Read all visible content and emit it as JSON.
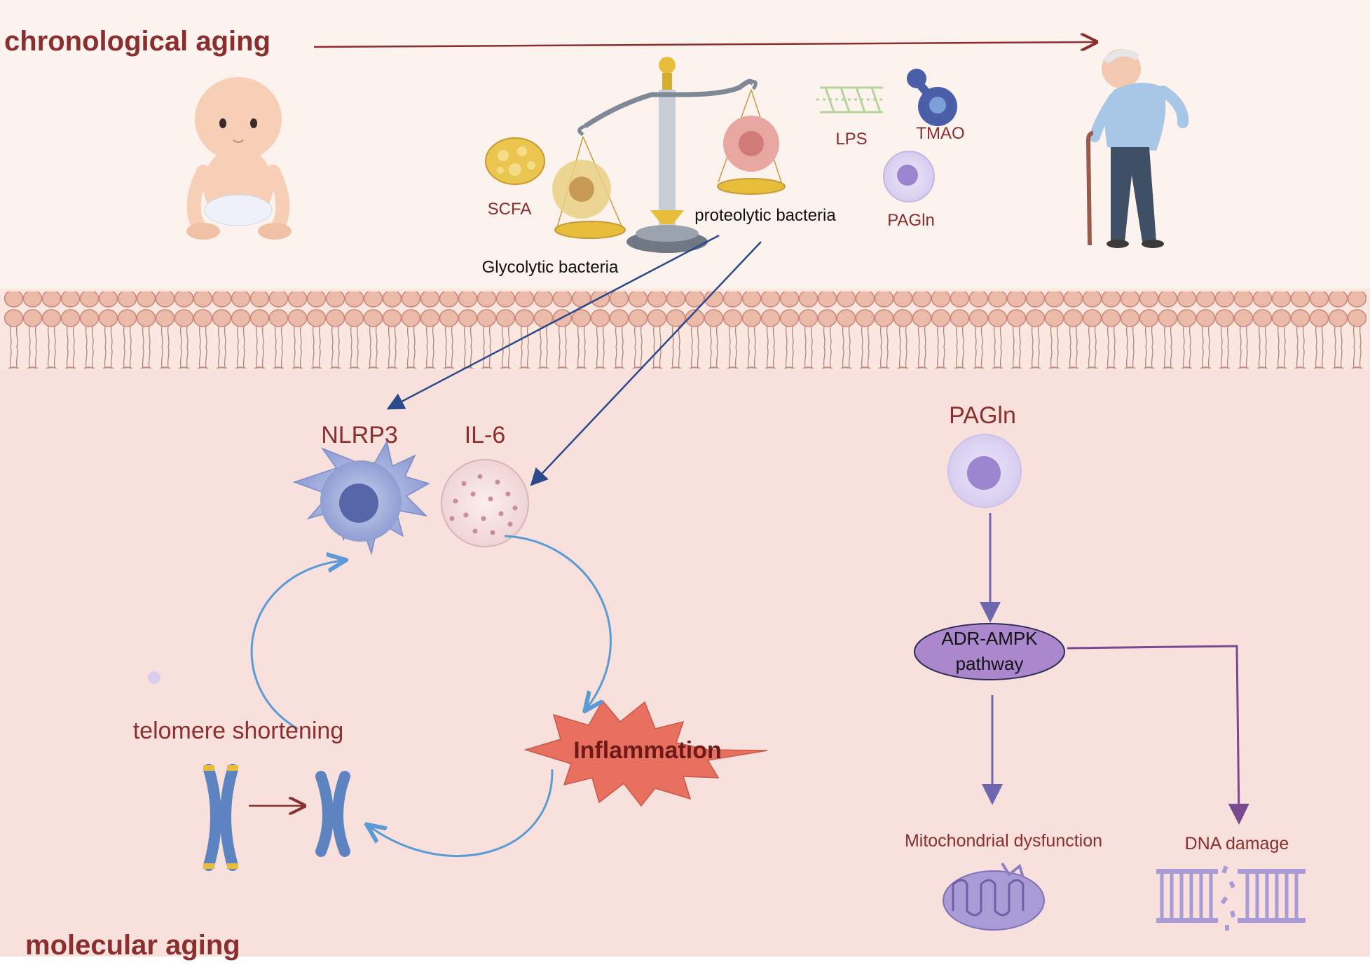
{
  "header": {
    "title": "chronological aging"
  },
  "footer": {
    "title": "molecular aging"
  },
  "microbes": {
    "scfa": "SCFA",
    "glycolytic": "Glycolytic bacteria",
    "proteolytic": "proteolytic bacteria",
    "lps": "LPS",
    "tmao": "TMAO",
    "pagln_top": "PAGln"
  },
  "cells": {
    "nlrp3": "NLRP3",
    "il6": "IL-6",
    "inflammation": "Inflammation",
    "telomere": "telomere shortening"
  },
  "pathway": {
    "pagln": "PAGln",
    "adr_line1": "ADR-AMPK",
    "adr_line2": "pathway",
    "mito": "Mitochondrial dysfunction",
    "dna": "DNA damage"
  },
  "colors": {
    "title": "#8b2e2e",
    "top_bg": "#fdf2ec",
    "bottom_bg": "#f8e0dc",
    "membrane": "#e8b6a6",
    "blue_arrow": "#2a4a8c",
    "cycle_arrow": "#5b9bd5",
    "purple": "#9a7cc6",
    "inflammation": "#e8705e"
  }
}
